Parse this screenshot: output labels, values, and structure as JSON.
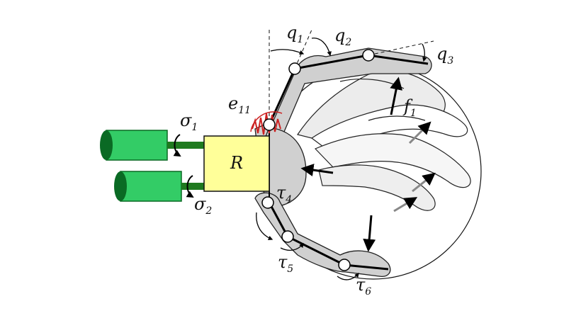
{
  "diagram": {
    "block_label": "R",
    "labels": {
      "sigma1": {
        "sym": "σ",
        "sub": "1"
      },
      "sigma2": {
        "sym": "σ",
        "sub": "2"
      },
      "e11": {
        "sym": "e",
        "sub": "11"
      },
      "q1": {
        "sym": "q",
        "sub": "1"
      },
      "q2": {
        "sym": "q",
        "sub": "2"
      },
      "q3": {
        "sym": "q",
        "sub": "3"
      },
      "f1": {
        "sym": "f",
        "sub": "1"
      },
      "tau4": {
        "sym": "τ",
        "sub": "4"
      },
      "tau5": {
        "sym": "τ",
        "sub": "5"
      },
      "tau6": {
        "sym": "τ",
        "sub": "6"
      }
    },
    "colors": {
      "actuator": "#33cc66",
      "actuator_dark": "#0a6a24",
      "rod": "#1f7a1f",
      "block": "#ffff99",
      "link": "#d0d0d0",
      "spring": "#cc2222",
      "force_black": "#000000",
      "force_gray": "#888888"
    }
  }
}
